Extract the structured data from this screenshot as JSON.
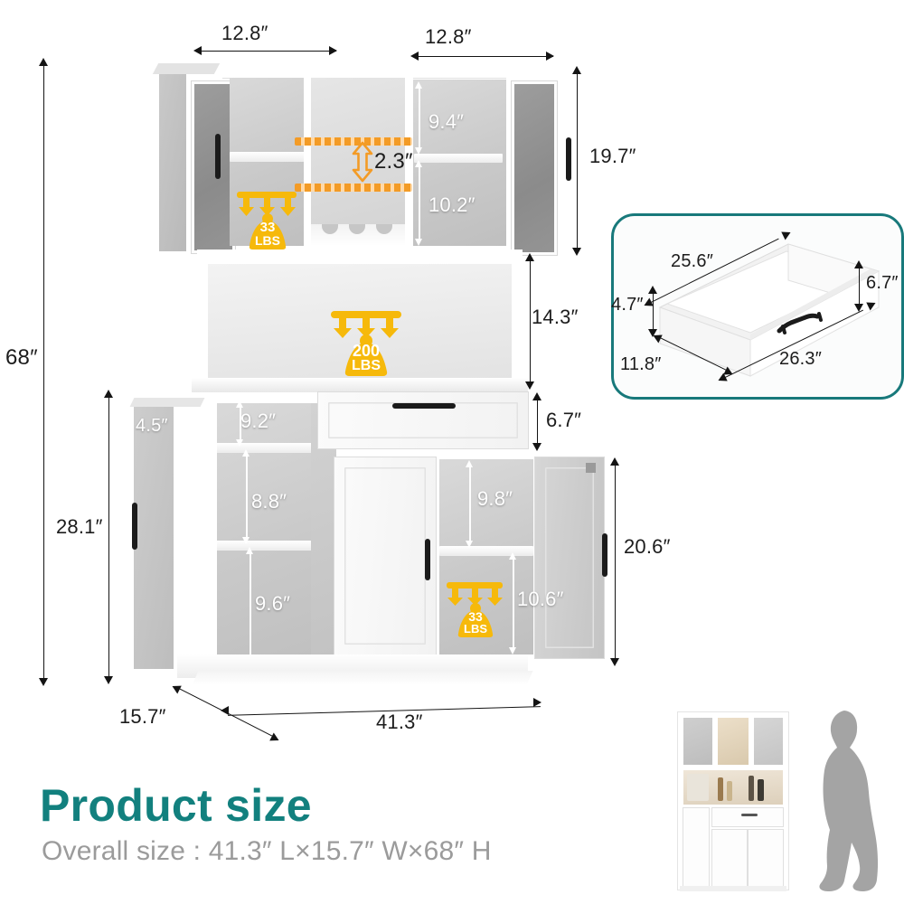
{
  "footer": {
    "title": "Product size",
    "overall": "Overall size : 41.3″  L×15.7″  W×68″  H"
  },
  "colors": {
    "teal": "#12807e",
    "card_border": "#18797b",
    "badge_amber": "#F6B90B",
    "dash_orange": "#F39B26",
    "dim_text": "#1c1c1c",
    "subtitle_gray": "#9b9b9b"
  },
  "main_unit": {
    "name": "kitchen-pantry-hutch",
    "dimensions": {
      "top_left_section": "12.8″",
      "top_right_section": "12.8″",
      "hutch_upper_shelf": "9.4″",
      "hutch_lower_shelf": "10.2″",
      "hutch_height": "19.7″",
      "stem_rack_gap": "2.3″",
      "countertop_clearance": "14.3″",
      "drawer_face_height": "6.7″",
      "total_height": "68″",
      "base_cabinet_height": "28.1″",
      "side_rack_depth": "4.5″",
      "left_top_cubby": "9.2″",
      "left_mid_cubby": "8.8″",
      "left_bottom_cubby": "9.6″",
      "right_top_cubby": "9.8″",
      "right_bottom_cubby": "10.6″",
      "right_cabinet_height": "20.6″",
      "depth": "15.7″",
      "width": "41.3″"
    },
    "load_badges": [
      {
        "id": "hutch-left-shelf",
        "value": "33",
        "unit": "LBS"
      },
      {
        "id": "countertop",
        "value": "200",
        "unit": "LBS"
      },
      {
        "id": "right-cabinet-shelf",
        "value": "33",
        "unit": "LBS"
      }
    ]
  },
  "drawer_inset": {
    "name": "drawer-detail",
    "dimensions": {
      "inner_length": "25.6″",
      "outer_height": "6.7″",
      "inner_height": "4.7″",
      "inner_width": "11.8″",
      "outer_length": "26.3″"
    }
  },
  "scale_figure": {
    "name": "human-scale-reference"
  }
}
